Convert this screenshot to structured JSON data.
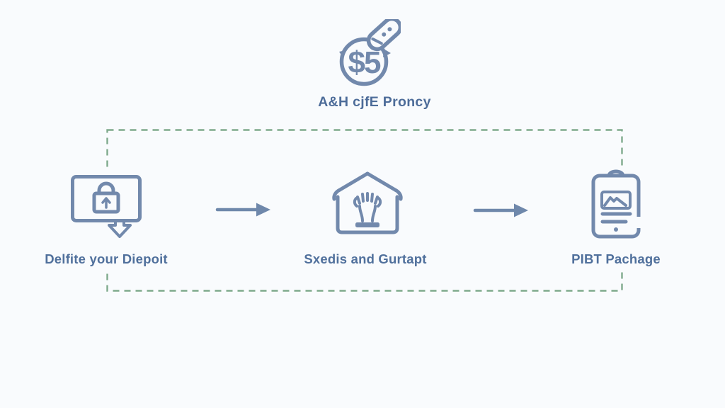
{
  "diagram": {
    "title": "A&H cjfE Proncy",
    "badge_text": "$5"
  },
  "steps": [
    {
      "label": "Delfite your Diepoit",
      "icon": "monitor-lock-download-icon"
    },
    {
      "label": "Sxedis and Gurtapt",
      "icon": "house-hand-icon"
    },
    {
      "label": "PIBT Pachage",
      "icon": "clipboard-report-icon"
    }
  ],
  "flow": {
    "arrow_count": 2
  },
  "colors": {
    "background": "#f9fbfd",
    "icon_stroke": "#7289ac",
    "title_text": "#4d6c99",
    "label_text": "#50709c",
    "dashed_border": "#7faa8c",
    "arrow": "#6f88ab"
  }
}
